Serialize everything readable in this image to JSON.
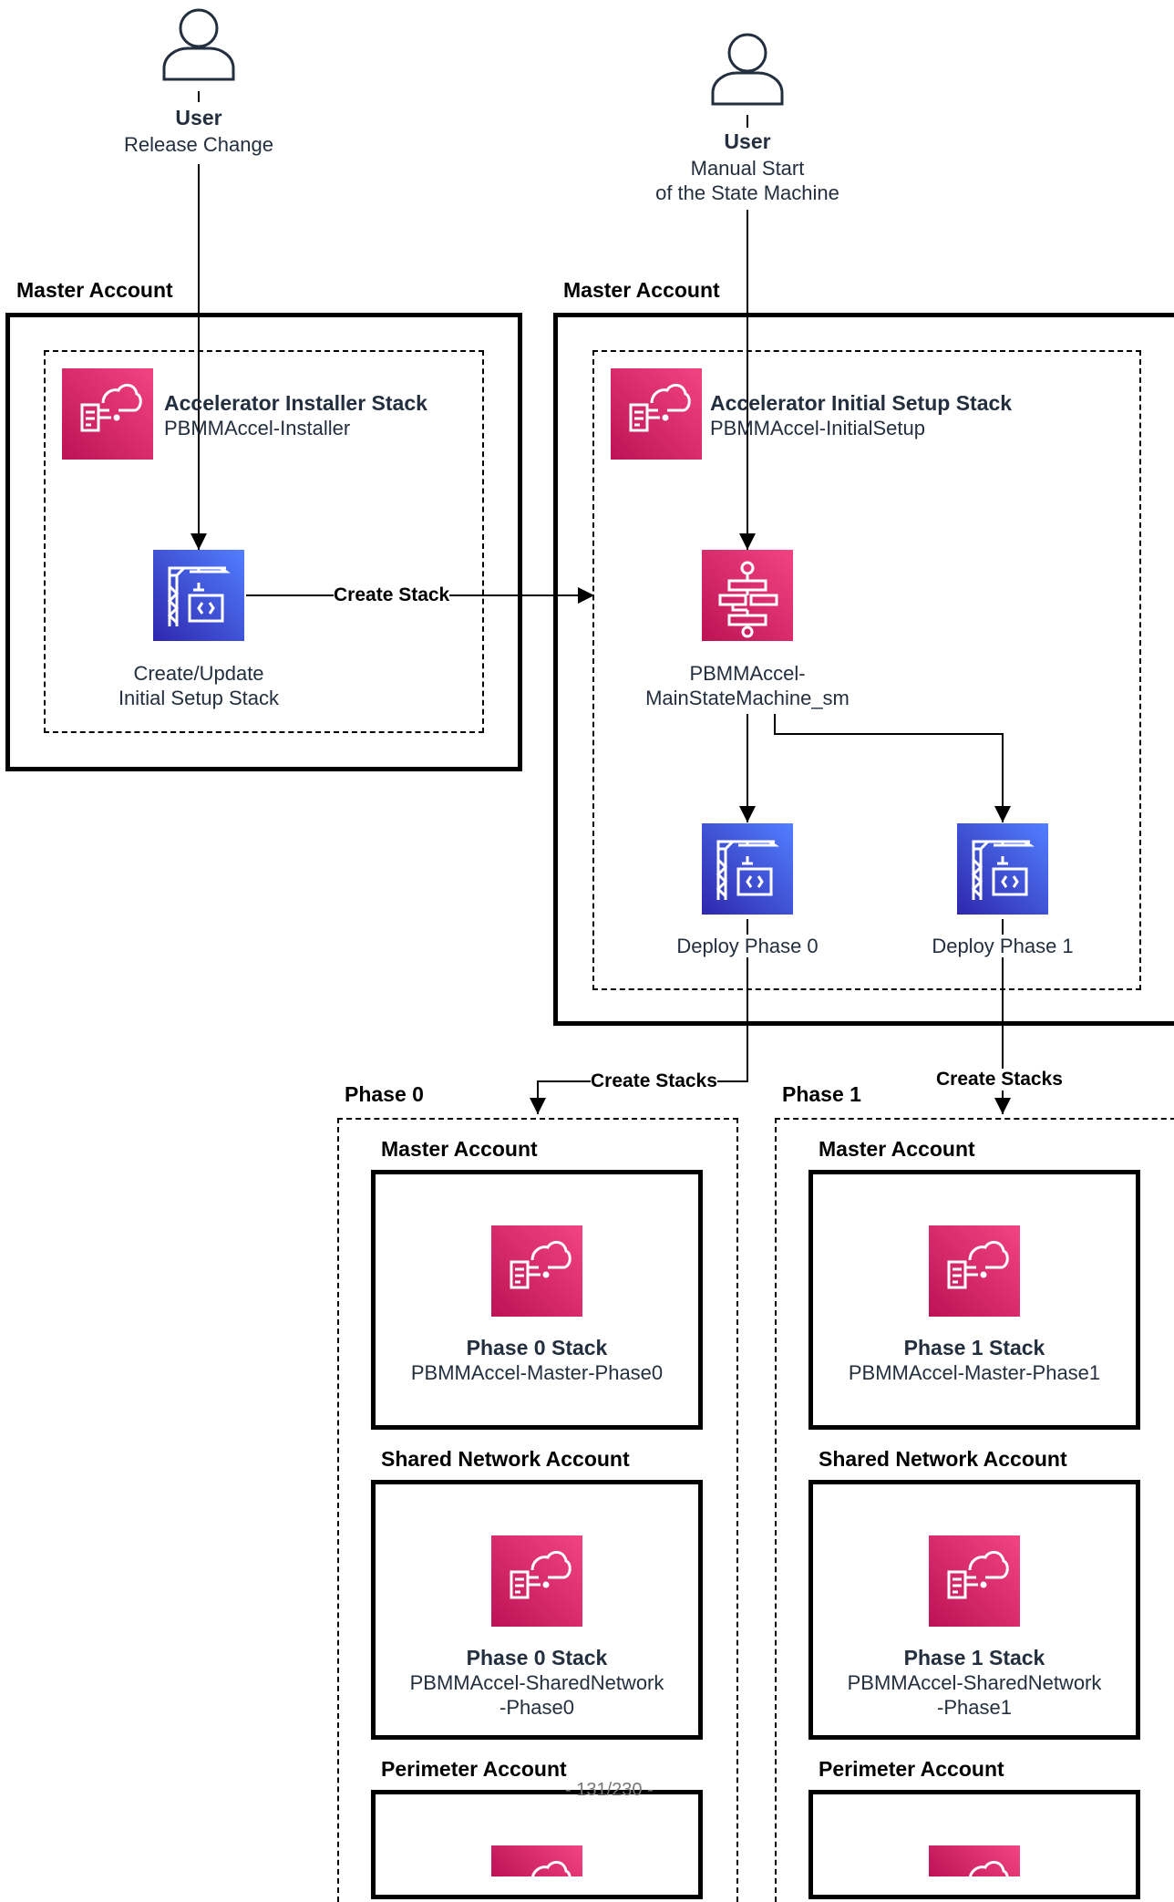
{
  "users": {
    "left": {
      "title": "User",
      "subtitle": "Release Change"
    },
    "right": {
      "title": "User",
      "subtitle_line1": "Manual Start",
      "subtitle_line2": "of the State Machine"
    }
  },
  "installer_account": {
    "title": "Master Account",
    "stack_title": "Accelerator Installer Stack",
    "stack_name": "PBMMAccel-Installer",
    "build_line1": "Create/Update",
    "build_line2": "Initial Setup Stack",
    "edge_label": "Create Stack"
  },
  "setup_account": {
    "title": "Master Account",
    "stack_title": "Accelerator Initial Setup Stack",
    "stack_name": "PBMMAccel-InitialSetup",
    "sm_line1": "PBMMAccel-",
    "sm_line2": "MainStateMachine_sm",
    "deploy0": "Deploy Phase 0",
    "deploy1": "Deploy Phase 1"
  },
  "phase0": {
    "title": "Phase 0",
    "edge_label": "Create Stacks",
    "master": {
      "account": "Master Account",
      "stack_title": "Phase 0 Stack",
      "stack_name": "PBMMAccel-Master-Phase0"
    },
    "shared": {
      "account": "Shared Network Account",
      "stack_title": "Phase 0 Stack",
      "stack_name_line1": "PBMMAccel-SharedNetwork",
      "stack_name_line2": "-Phase0"
    },
    "perimeter": {
      "account": "Perimeter Account"
    }
  },
  "phase1": {
    "title": "Phase 1",
    "edge_label": "Create Stacks",
    "master": {
      "account": "Master Account",
      "stack_title": "Phase 1 Stack",
      "stack_name": "PBMMAccel-Master-Phase1"
    },
    "shared": {
      "account": "Shared Network Account",
      "stack_title": "Phase 1 Stack",
      "stack_name_line1": "PBMMAccel-SharedNetwork",
      "stack_name_line2": "-Phase1"
    },
    "perimeter": {
      "account": "Perimeter Account"
    }
  },
  "page_number": "- 131/230 -",
  "colors": {
    "cloudformation": "#e7157b",
    "codebuild": "#3b48cc",
    "line": "#000000",
    "text": "#232f3e"
  },
  "icons": [
    "user-icon",
    "cloudformation-icon",
    "codebuild-icon",
    "step-functions-icon"
  ]
}
